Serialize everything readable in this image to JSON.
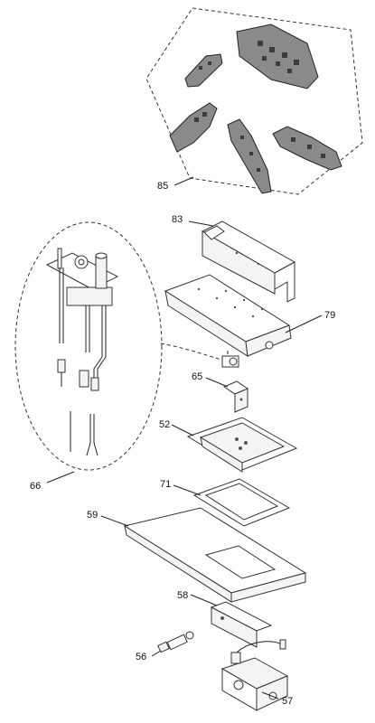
{
  "parts": [
    {
      "id": "85"
    },
    {
      "id": "83"
    },
    {
      "id": "79"
    },
    {
      "id": "66"
    },
    {
      "id": "65"
    },
    {
      "id": "52"
    },
    {
      "id": "71"
    },
    {
      "id": "59"
    },
    {
      "id": "58"
    },
    {
      "id": "56"
    },
    {
      "id": "57"
    }
  ]
}
